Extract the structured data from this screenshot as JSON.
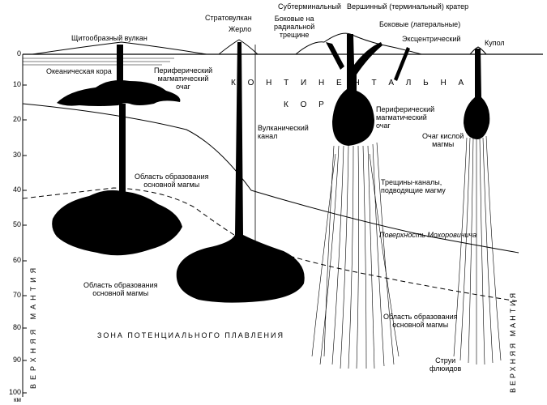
{
  "axis": {
    "ticks": [
      "0",
      "10",
      "20",
      "30",
      "40",
      "50",
      "60",
      "70",
      "80",
      "90",
      "100"
    ],
    "unit": "км"
  },
  "labels": {
    "shield_volcano": "Щитообразный вулкан",
    "oceanic_crust": "Океаническая кора",
    "peripheral_chamber_left": "Периферический\nмагматический\nочаг",
    "stratovolcano": "Стратовулкан",
    "vent": "Жерло",
    "subterminal": "Субтерминальный",
    "lateral_radial": "Боковые на\nрадиальной\nтрещине",
    "summit_crater": "Вершинный (терминальный) кратер",
    "lateral_cones": "Боковые (латеральные)",
    "eccentric": "Эксцентрический",
    "dome": "Купол",
    "continental": "К О Н Т И Н Е Н Т А Л Ь Н А Я",
    "crust": "К О Р А",
    "volcanic_channel": "Вулканический\nканал",
    "peripheral_chamber_right": "Периферический\nмагматический\nочаг",
    "acid_magma_chamber": "Очаг кислой\nмагмы",
    "primary_zone_1": "Область образования\nосновной магмы",
    "fractures": "Трещины-каналы,\nподводящие магму",
    "moho": "Поверхность Мохоровичича",
    "primary_zone_2": "Область образования\nосновной магмы",
    "primary_zone_3": "Область образования\nосновной магмы",
    "melting_zone": "ЗОНА ПОТЕНЦИАЛЬНОГО ПЛАВЛЕНИЯ",
    "fluid_streams": "Струи\nфлюидов",
    "upper_mantle_left": "ВЕРХНЯЯ   МАНТИЯ",
    "upper_mantle_right": "ВЕРХНЯЯ МАНТИЯ"
  }
}
